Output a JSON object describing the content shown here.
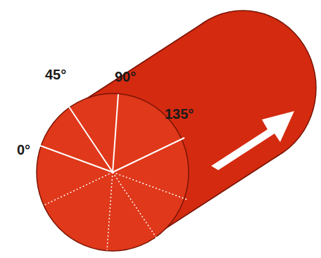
{
  "diagram": {
    "labels": [
      "45°",
      "90°",
      "0°",
      "135°"
    ]
  }
}
